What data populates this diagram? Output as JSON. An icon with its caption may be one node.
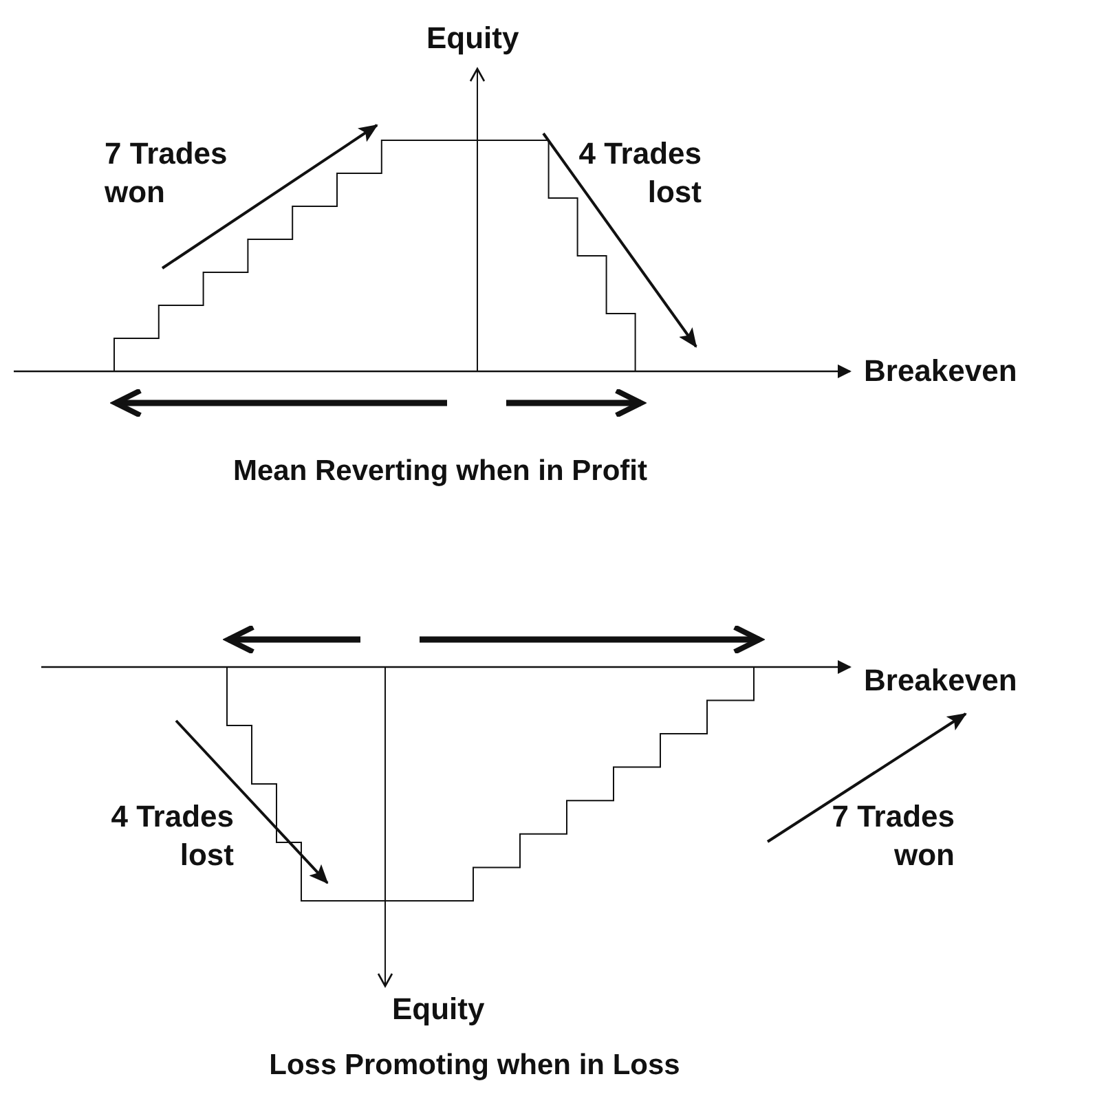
{
  "diagram": {
    "labels": [
      "Equity",
      "7 Trades won",
      "4 Trades lost",
      "Breakeven",
      "Mean Reverting when in Profit",
      "Breakeven",
      "4 Trades lost",
      "7 Trades won",
      "Equity",
      "Loss Promoting when in Loss"
    ]
  }
}
